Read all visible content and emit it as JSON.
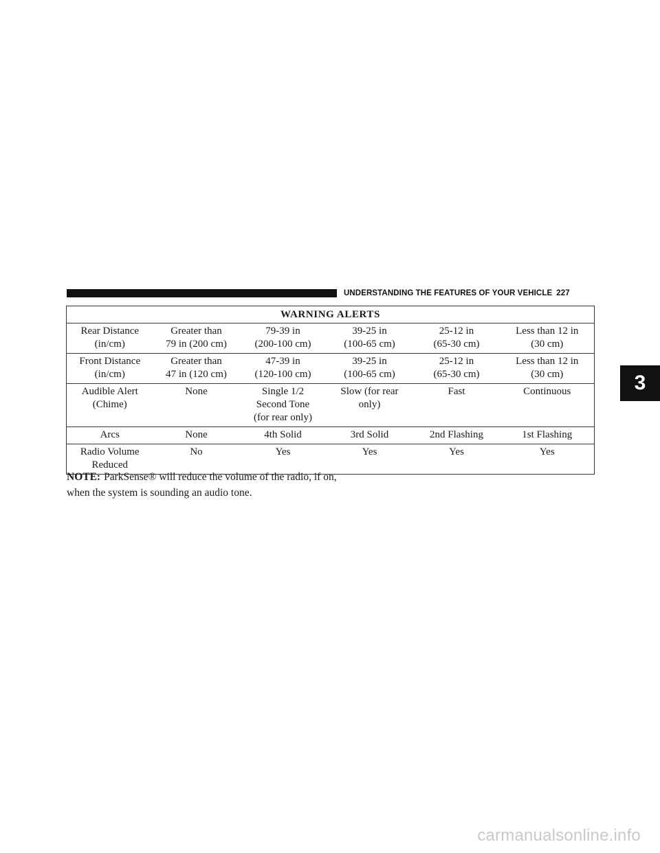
{
  "header": {
    "section_title": "UNDERSTANDING THE FEATURES OF YOUR VEHICLE",
    "page_number": "227"
  },
  "chapter_tab": "3",
  "table": {
    "title": "WARNING ALERTS",
    "rows": [
      [
        "Rear Distance\n(in/cm)",
        "Greater than\n79 in (200 cm)",
        "79-39 in\n(200-100 cm)",
        "39-25 in\n(100-65 cm)",
        "25-12 in\n(65-30 cm)",
        "Less than 12 in\n(30 cm)"
      ],
      [
        "Front Distance\n(in/cm)",
        "Greater than\n47 in (120 cm)",
        "47-39 in\n(120-100 cm)",
        "39-25 in\n(100-65 cm)",
        "25-12 in\n(65-30 cm)",
        "Less than 12 in\n(30 cm)"
      ],
      [
        "Audible Alert\n(Chime)",
        "None",
        "Single 1/2\nSecond Tone\n(for rear only)",
        "Slow (for rear\nonly)",
        "Fast",
        "Continuous"
      ],
      [
        "Arcs",
        "None",
        "4th Solid",
        "3rd Solid",
        "2nd Flashing",
        "1st Flashing"
      ],
      [
        "Radio Volume\nReduced",
        "No",
        "Yes",
        "Yes",
        "Yes",
        "Yes"
      ]
    ]
  },
  "note": {
    "label": "NOTE:",
    "text": "ParkSense® will reduce the volume of the radio, if on, when the system is sounding an audio tone."
  },
  "watermark": "carmanualsonline.info"
}
